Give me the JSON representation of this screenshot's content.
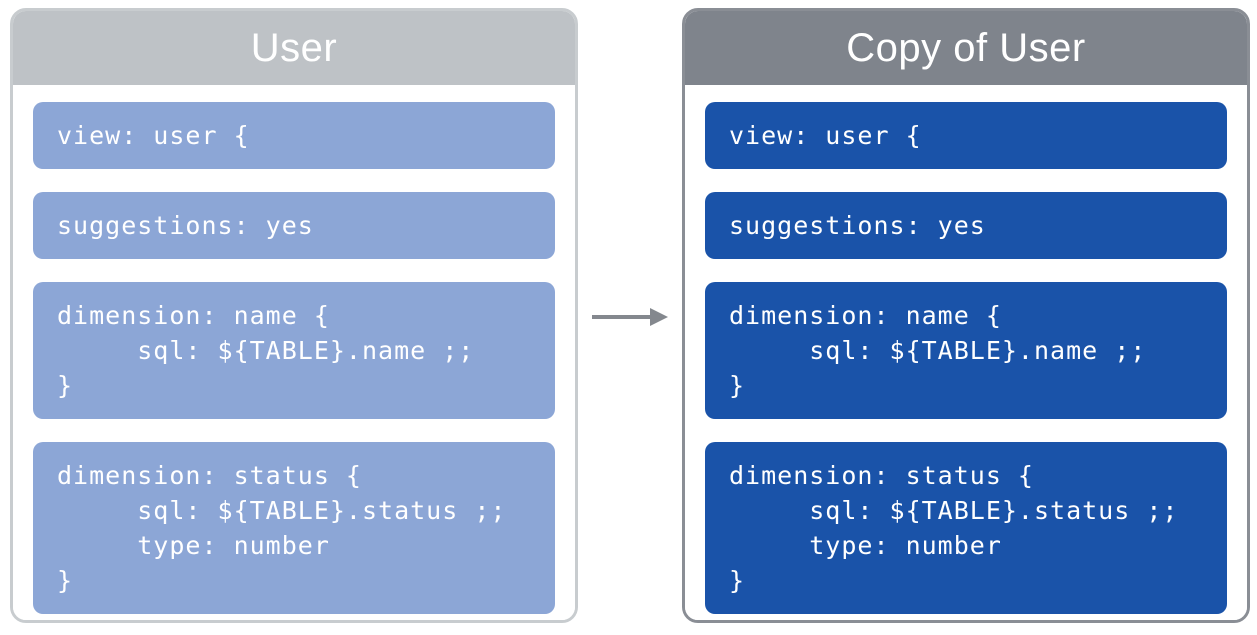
{
  "colors": {
    "page-bg": "#FFFFFF",
    "left-header": "#BEC2C6",
    "left-border": "#C8CCCF",
    "left-block": "#8CA6D6",
    "right-header": "#7F848C",
    "right-border": "#8A8E95",
    "right-block": "#1A53A9",
    "arrow": "#84888E",
    "text": "#FFFFFF"
  },
  "panels": [
    {
      "title": "User",
      "blocks": [
        "view: user {",
        "suggestions: yes",
        "dimension: name {\n     sql: ${TABLE}.name ;;\n}",
        "dimension: status {\n     sql: ${TABLE}.status ;;\n     type: number\n}"
      ]
    },
    {
      "title": "Copy of User",
      "blocks": [
        "view: user {",
        "suggestions: yes",
        "dimension: name {\n     sql: ${TABLE}.name ;;\n}",
        "dimension: status {\n     sql: ${TABLE}.status ;;\n     type: number\n}"
      ]
    }
  ]
}
